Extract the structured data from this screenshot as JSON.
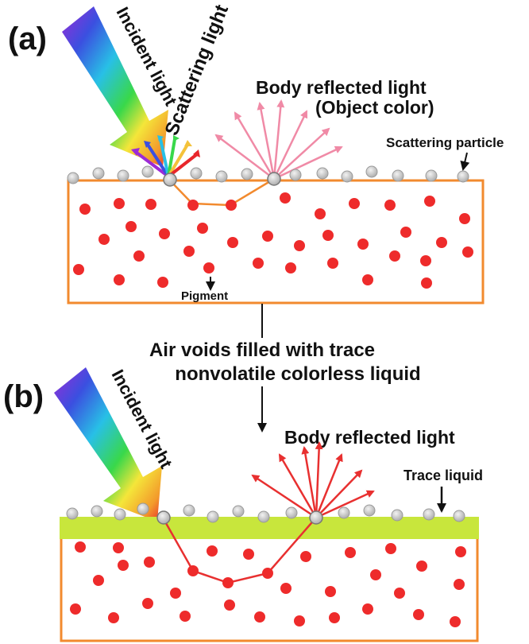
{
  "panel_a": {
    "label": "(a)",
    "incident_light": "Incident light",
    "scattering_light": "Scattering light",
    "body_reflected_light": "Body reflected light",
    "object_color": "(Object color)",
    "scattering_particle": "Scattering particle",
    "pigment": "Pigment"
  },
  "transition_text": {
    "line1": "Air voids filled with trace",
    "line2": "nonvolatile colorless liquid"
  },
  "panel_b": {
    "label": "(b)",
    "incident_light": "Incident light",
    "body_reflected_light": "Body reflected light",
    "trace_liquid": "Trace liquid"
  },
  "colors": {
    "box_border": "#f28a2e",
    "pigment": "#ee2b2b",
    "particle": "#c9c9c9",
    "liquid": "#c8e63c",
    "reflect_a": "#f08aa6",
    "reflect_b": "#e83030",
    "path_a": "#f28a2e",
    "path_b": "#e83030"
  }
}
